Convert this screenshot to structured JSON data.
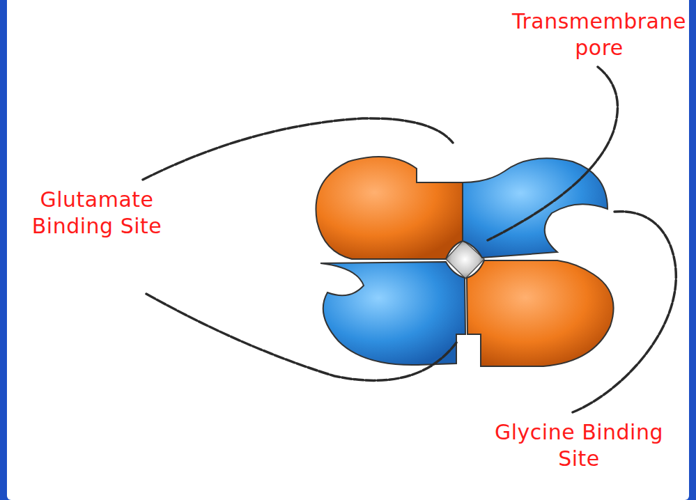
{
  "diagram": {
    "labels": [
      "Transmembrane pore",
      "Glutamate Binding Site",
      "Glycine Binding Site"
    ]
  }
}
